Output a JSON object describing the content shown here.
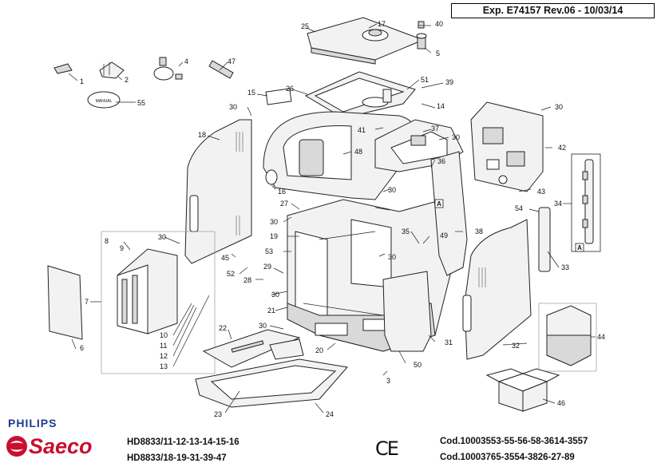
{
  "header": {
    "exp_label": "Exp. E74157 Rev.06 - 10/03/14"
  },
  "footer": {
    "brand_top": "PHILIPS",
    "brand_bottom": "Saeco",
    "models_line1": "HD8833/11-12-13-14-15-16",
    "models_line2": "HD8833/18-19-31-39-47",
    "ce_mark": "CE",
    "code_line1": "Cod.10003553-55-56-58-3614-3557",
    "code_line2": "Cod.10003765-3554-3826-27-89"
  },
  "diagram": {
    "manual_label": "MANUAL",
    "box_marker": "A",
    "callouts": [
      "1",
      "2",
      "3",
      "4",
      "5",
      "6",
      "7",
      "8",
      "9",
      "10",
      "11",
      "12",
      "13",
      "14",
      "15",
      "16",
      "17",
      "18",
      "19",
      "20",
      "21",
      "22",
      "23",
      "24",
      "25",
      "26",
      "27",
      "28",
      "29",
      "30",
      "31",
      "32",
      "33",
      "34",
      "35",
      "36",
      "37",
      "38",
      "39",
      "40",
      "41",
      "42",
      "43",
      "44",
      "45",
      "46",
      "47",
      "48",
      "49",
      "50",
      "51",
      "52",
      "53",
      "54",
      "55"
    ],
    "repeat_callout": "30"
  },
  "colors": {
    "philips_blue": "#1a3c8c",
    "saeco_red": "#c8102e"
  }
}
